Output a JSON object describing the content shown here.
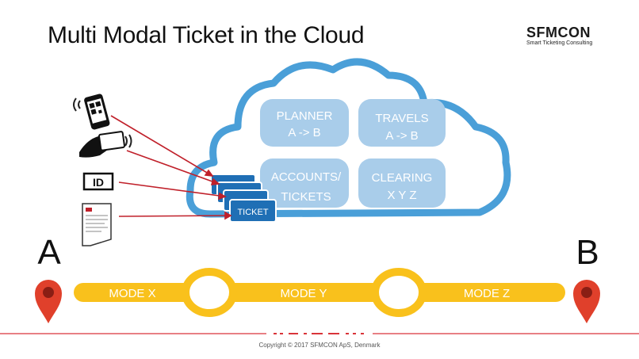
{
  "title": "Multi Modal Ticket in the Cloud",
  "logo": {
    "main": "SFMCON",
    "sub": "Smart Ticketing Consulting"
  },
  "cloud": {
    "boxes": [
      {
        "line1": "PLANNER",
        "line2": "A -> B"
      },
      {
        "line1": "TRAVELS",
        "line2": "A -> B"
      },
      {
        "line1": "ACCOUNTS/",
        "line2": "TICKETS"
      },
      {
        "line1": "CLEARING",
        "line2": "X Y Z"
      }
    ]
  },
  "ticket_label": "TICKET",
  "id_label": "ID",
  "endpoints": {
    "start": "A",
    "end": "B"
  },
  "modes": [
    "MODE X",
    "MODE Y",
    "MODE Z"
  ],
  "footer": "Copyright © 2017 SFMCON ApS, Denmark",
  "colors": {
    "cloud": "#4a9fd8",
    "box": "#a9cdea",
    "route": "#f9c11c",
    "pin": "#e0402b",
    "arrow": "#c0202a"
  }
}
